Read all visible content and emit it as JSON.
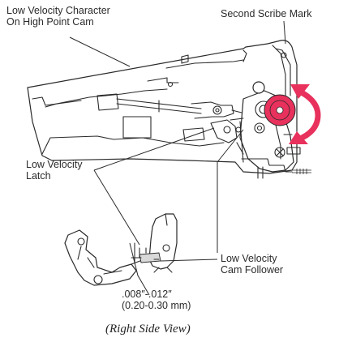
{
  "labels": {
    "top_left_line1": "Low Velocity Character",
    "top_left_line2": "On High Point Cam",
    "top_right": "Second Scribe Mark",
    "latch_line1": "Low Velocity",
    "latch_line2": "Latch",
    "follower_line1": "Low Velocity",
    "follower_line2": "Cam Follower",
    "gap_line1": ".008″-.012″",
    "gap_line2": "(0.20-0.30 mm)"
  },
  "caption": "(Right Side View)",
  "colors": {
    "cam_highlight": "#e8315c",
    "rotation_arrow": "#e8315c",
    "line": "#2a2a2a"
  }
}
